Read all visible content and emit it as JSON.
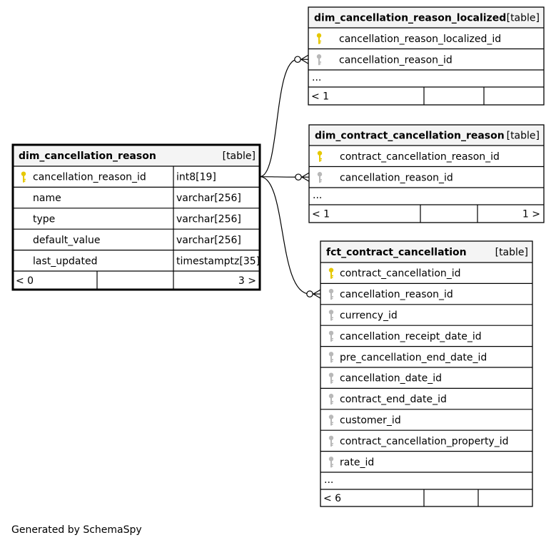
{
  "footer": "Generated by SchemaSpy",
  "colors": {
    "header_bg": "#f4f4f4",
    "pk_key": "#e6c800",
    "fk_key": "#b8b8b8",
    "border": "#000000"
  },
  "tables": [
    {
      "id": "dim_cancellation_reason",
      "name": "dim_cancellation_reason",
      "kind": "[table]",
      "columns": [
        {
          "name": "cancellation_reason_id",
          "type": "int8[19]",
          "key": "pk"
        },
        {
          "name": "name",
          "type": "varchar[256]",
          "key": ""
        },
        {
          "name": "type",
          "type": "varchar[256]",
          "key": ""
        },
        {
          "name": "default_value",
          "type": "varchar[256]",
          "key": ""
        },
        {
          "name": "last_updated",
          "type": "timestamptz[35]",
          "key": ""
        }
      ],
      "more": "",
      "footer": [
        "< 0",
        "",
        "3 >"
      ]
    },
    {
      "id": "dim_cancellation_reason_localized",
      "name": "dim_cancellation_reason_localized",
      "kind": "[table]",
      "columns": [
        {
          "name": "cancellation_reason_localized_id",
          "type": "",
          "key": "pk"
        },
        {
          "name": "cancellation_reason_id",
          "type": "",
          "key": "fk"
        }
      ],
      "more": "...",
      "footer": [
        "< 1",
        "",
        ""
      ]
    },
    {
      "id": "dim_contract_cancellation_reason",
      "name": "dim_contract_cancellation_reason",
      "kind": "[table]",
      "columns": [
        {
          "name": "contract_cancellation_reason_id",
          "type": "",
          "key": "pk"
        },
        {
          "name": "cancellation_reason_id",
          "type": "",
          "key": "fk"
        }
      ],
      "more": "...",
      "footer": [
        "< 1",
        "",
        "1 >"
      ]
    },
    {
      "id": "fct_contract_cancellation",
      "name": "fct_contract_cancellation",
      "kind": "[table]",
      "columns": [
        {
          "name": "contract_cancellation_id",
          "type": "",
          "key": "pk"
        },
        {
          "name": "cancellation_reason_id",
          "type": "",
          "key": "fk"
        },
        {
          "name": "currency_id",
          "type": "",
          "key": "fk"
        },
        {
          "name": "cancellation_receipt_date_id",
          "type": "",
          "key": "fk"
        },
        {
          "name": "pre_cancellation_end_date_id",
          "type": "",
          "key": "fk"
        },
        {
          "name": "cancellation_date_id",
          "type": "",
          "key": "fk"
        },
        {
          "name": "contract_end_date_id",
          "type": "",
          "key": "fk"
        },
        {
          "name": "customer_id",
          "type": "",
          "key": "fk"
        },
        {
          "name": "contract_cancellation_property_id",
          "type": "",
          "key": "fk"
        },
        {
          "name": "rate_id",
          "type": "",
          "key": "fk"
        }
      ],
      "more": "...",
      "footer": [
        "< 6",
        "",
        ""
      ]
    }
  ],
  "relations": [
    {
      "from": "dim_cancellation_reason",
      "to": "dim_cancellation_reason_localized"
    },
    {
      "from": "dim_cancellation_reason",
      "to": "dim_contract_cancellation_reason"
    },
    {
      "from": "dim_cancellation_reason",
      "to": "fct_contract_cancellation"
    }
  ]
}
